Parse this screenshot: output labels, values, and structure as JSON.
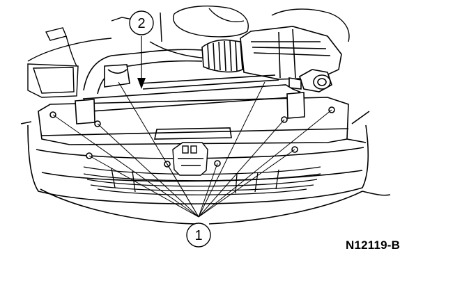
{
  "figure": {
    "callouts": [
      {
        "id": "callout-1",
        "label": "1"
      },
      {
        "id": "callout-2",
        "label": "2"
      }
    ],
    "figure_code": "N12119-B"
  }
}
